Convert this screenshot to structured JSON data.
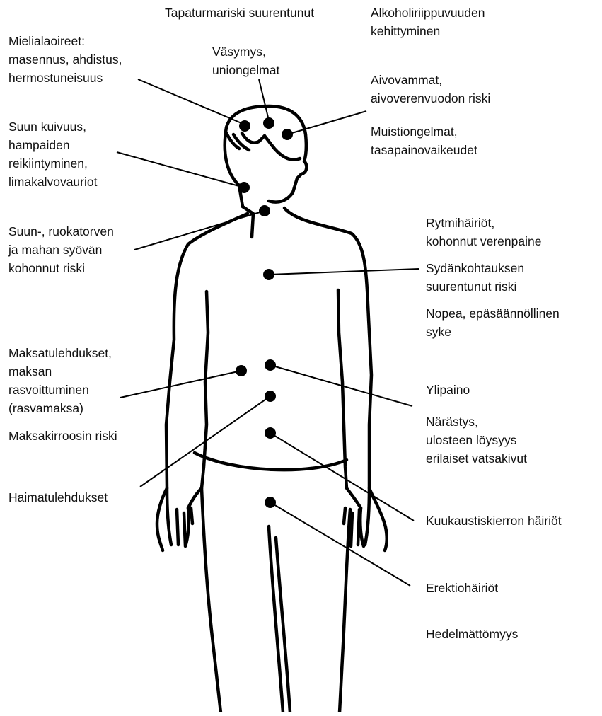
{
  "labels": {
    "tapaturma": [
      "Tapaturmariski suurentunut"
    ],
    "alkoholi": [
      "Alkoholiriippuvuuden",
      "kehittyminen"
    ],
    "mieliala": [
      "Mielialaoireet:",
      "masennus, ahdistus,",
      "hermostuneisuus"
    ],
    "vasymys": [
      "Väsymys,",
      "uniongelmat"
    ],
    "aivovammat": [
      "Aivovammat,",
      "aivoverenvuodon riski"
    ],
    "muisti": [
      "Muistiongelmat,",
      "tasapainovaikeudet"
    ],
    "suu": [
      "Suun kuivuus,",
      "hampaiden",
      "reikiintyminen,",
      "limakalvovauriot"
    ],
    "syopa": [
      "Suun-, ruokatorven",
      "ja mahan syövän",
      "kohonnut riski"
    ],
    "rytmi": [
      "Rytmihäiriöt,",
      "kohonnut verenpaine"
    ],
    "sydan": [
      "Sydänkohtauksen",
      "suurentunut riski"
    ],
    "syke": [
      "Nopea, epäsäännöllinen",
      "syke"
    ],
    "maksa": [
      "Maksatulehdukset,",
      "maksan",
      "rasvoittuminen",
      "(rasvamaksa)"
    ],
    "kirroosi": [
      "Maksakirroosin riski"
    ],
    "ylipaino": [
      "Ylipaino"
    ],
    "narastys": [
      "Närästys,",
      "ulosteen löysyys",
      "erilaiset vatsakivut"
    ],
    "haima": [
      "Haimatulehdukset"
    ],
    "kuukautis": [
      "Kuukaustiskierron häiriöt"
    ],
    "erektio": [
      "Erektiohäiriöt"
    ],
    "hedelmat": [
      "Hedelmättömyys"
    ]
  },
  "colors": {
    "ink": "#000000",
    "background": "#ffffff"
  }
}
